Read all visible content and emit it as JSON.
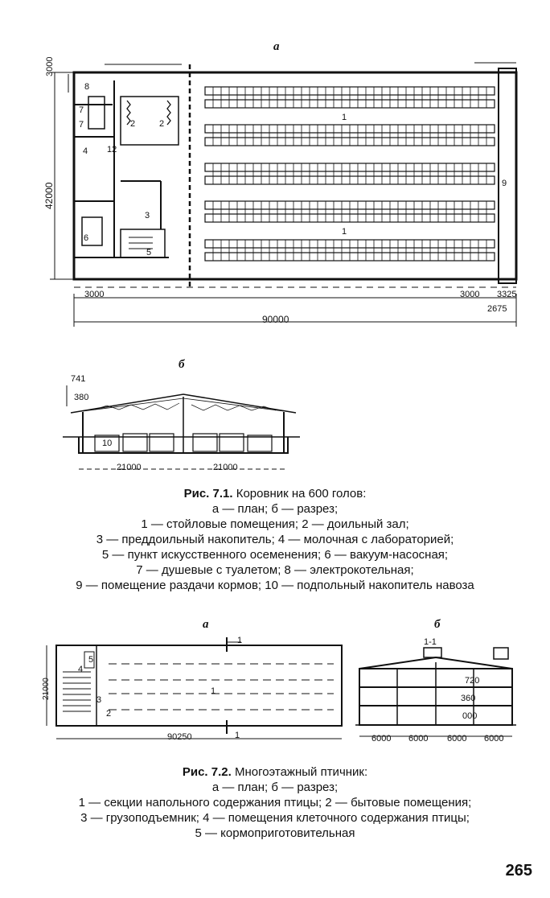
{
  "fig1": {
    "label_a": "а",
    "label_b": "б",
    "plan_dims": {
      "height": "42000",
      "top": "3000",
      "bottom_left": "3000",
      "bottom_right_a": "3000",
      "bottom_right_b": "3325",
      "bottom_right_c": "2675",
      "total": "90000"
    },
    "plan_numbers": [
      "8",
      "7",
      "7",
      "4",
      "12",
      "2",
      "2",
      "3",
      "5",
      "6",
      "1",
      "1",
      "9"
    ],
    "section_dims": {
      "h1": "741",
      "h2": "380",
      "w1": "21000",
      "w2": "21000",
      "room": "10"
    },
    "caption": {
      "title": "Рис. 7.1.",
      "title_rest": " Коровник на 600 голов:",
      "lines": [
        "а — план; б — разрез;",
        "1 — стойловые помещения; 2 — доильный зал;",
        "3 — преддоильный накопитель; 4 — молочная с лабораторией;",
        "5 — пункт искусственного осеменения; 6 — вакуум-насосная;",
        "7 — душевые с туалетом; 8 — электрокотельная;",
        "9 — помещение раздачи кормов; 10 — подпольный накопитель навоза"
      ]
    }
  },
  "fig2": {
    "label_a": "а",
    "label_b": "б",
    "plan_dims": {
      "height": "21000",
      "total": "90250",
      "cut": "1",
      "cut2": "1"
    },
    "plan_numbers": [
      "5",
      "4",
      "3",
      "2",
      "1"
    ],
    "section": {
      "title": "1-1",
      "dims": [
        "6000",
        "6000",
        "6000",
        "6000"
      ],
      "levels": [
        "720",
        "360",
        "000"
      ]
    },
    "caption": {
      "title": "Рис. 7.2.",
      "title_rest": " Многоэтажный птичник:",
      "lines": [
        "а — план; б — разрез;",
        "1 — секции напольного содержания птицы; 2 — бытовые помещения;",
        "3 — грузоподъемник; 4 — помещения клеточного содержания птицы;",
        "5 — кормоприготовительная"
      ]
    }
  },
  "page_number": "265"
}
